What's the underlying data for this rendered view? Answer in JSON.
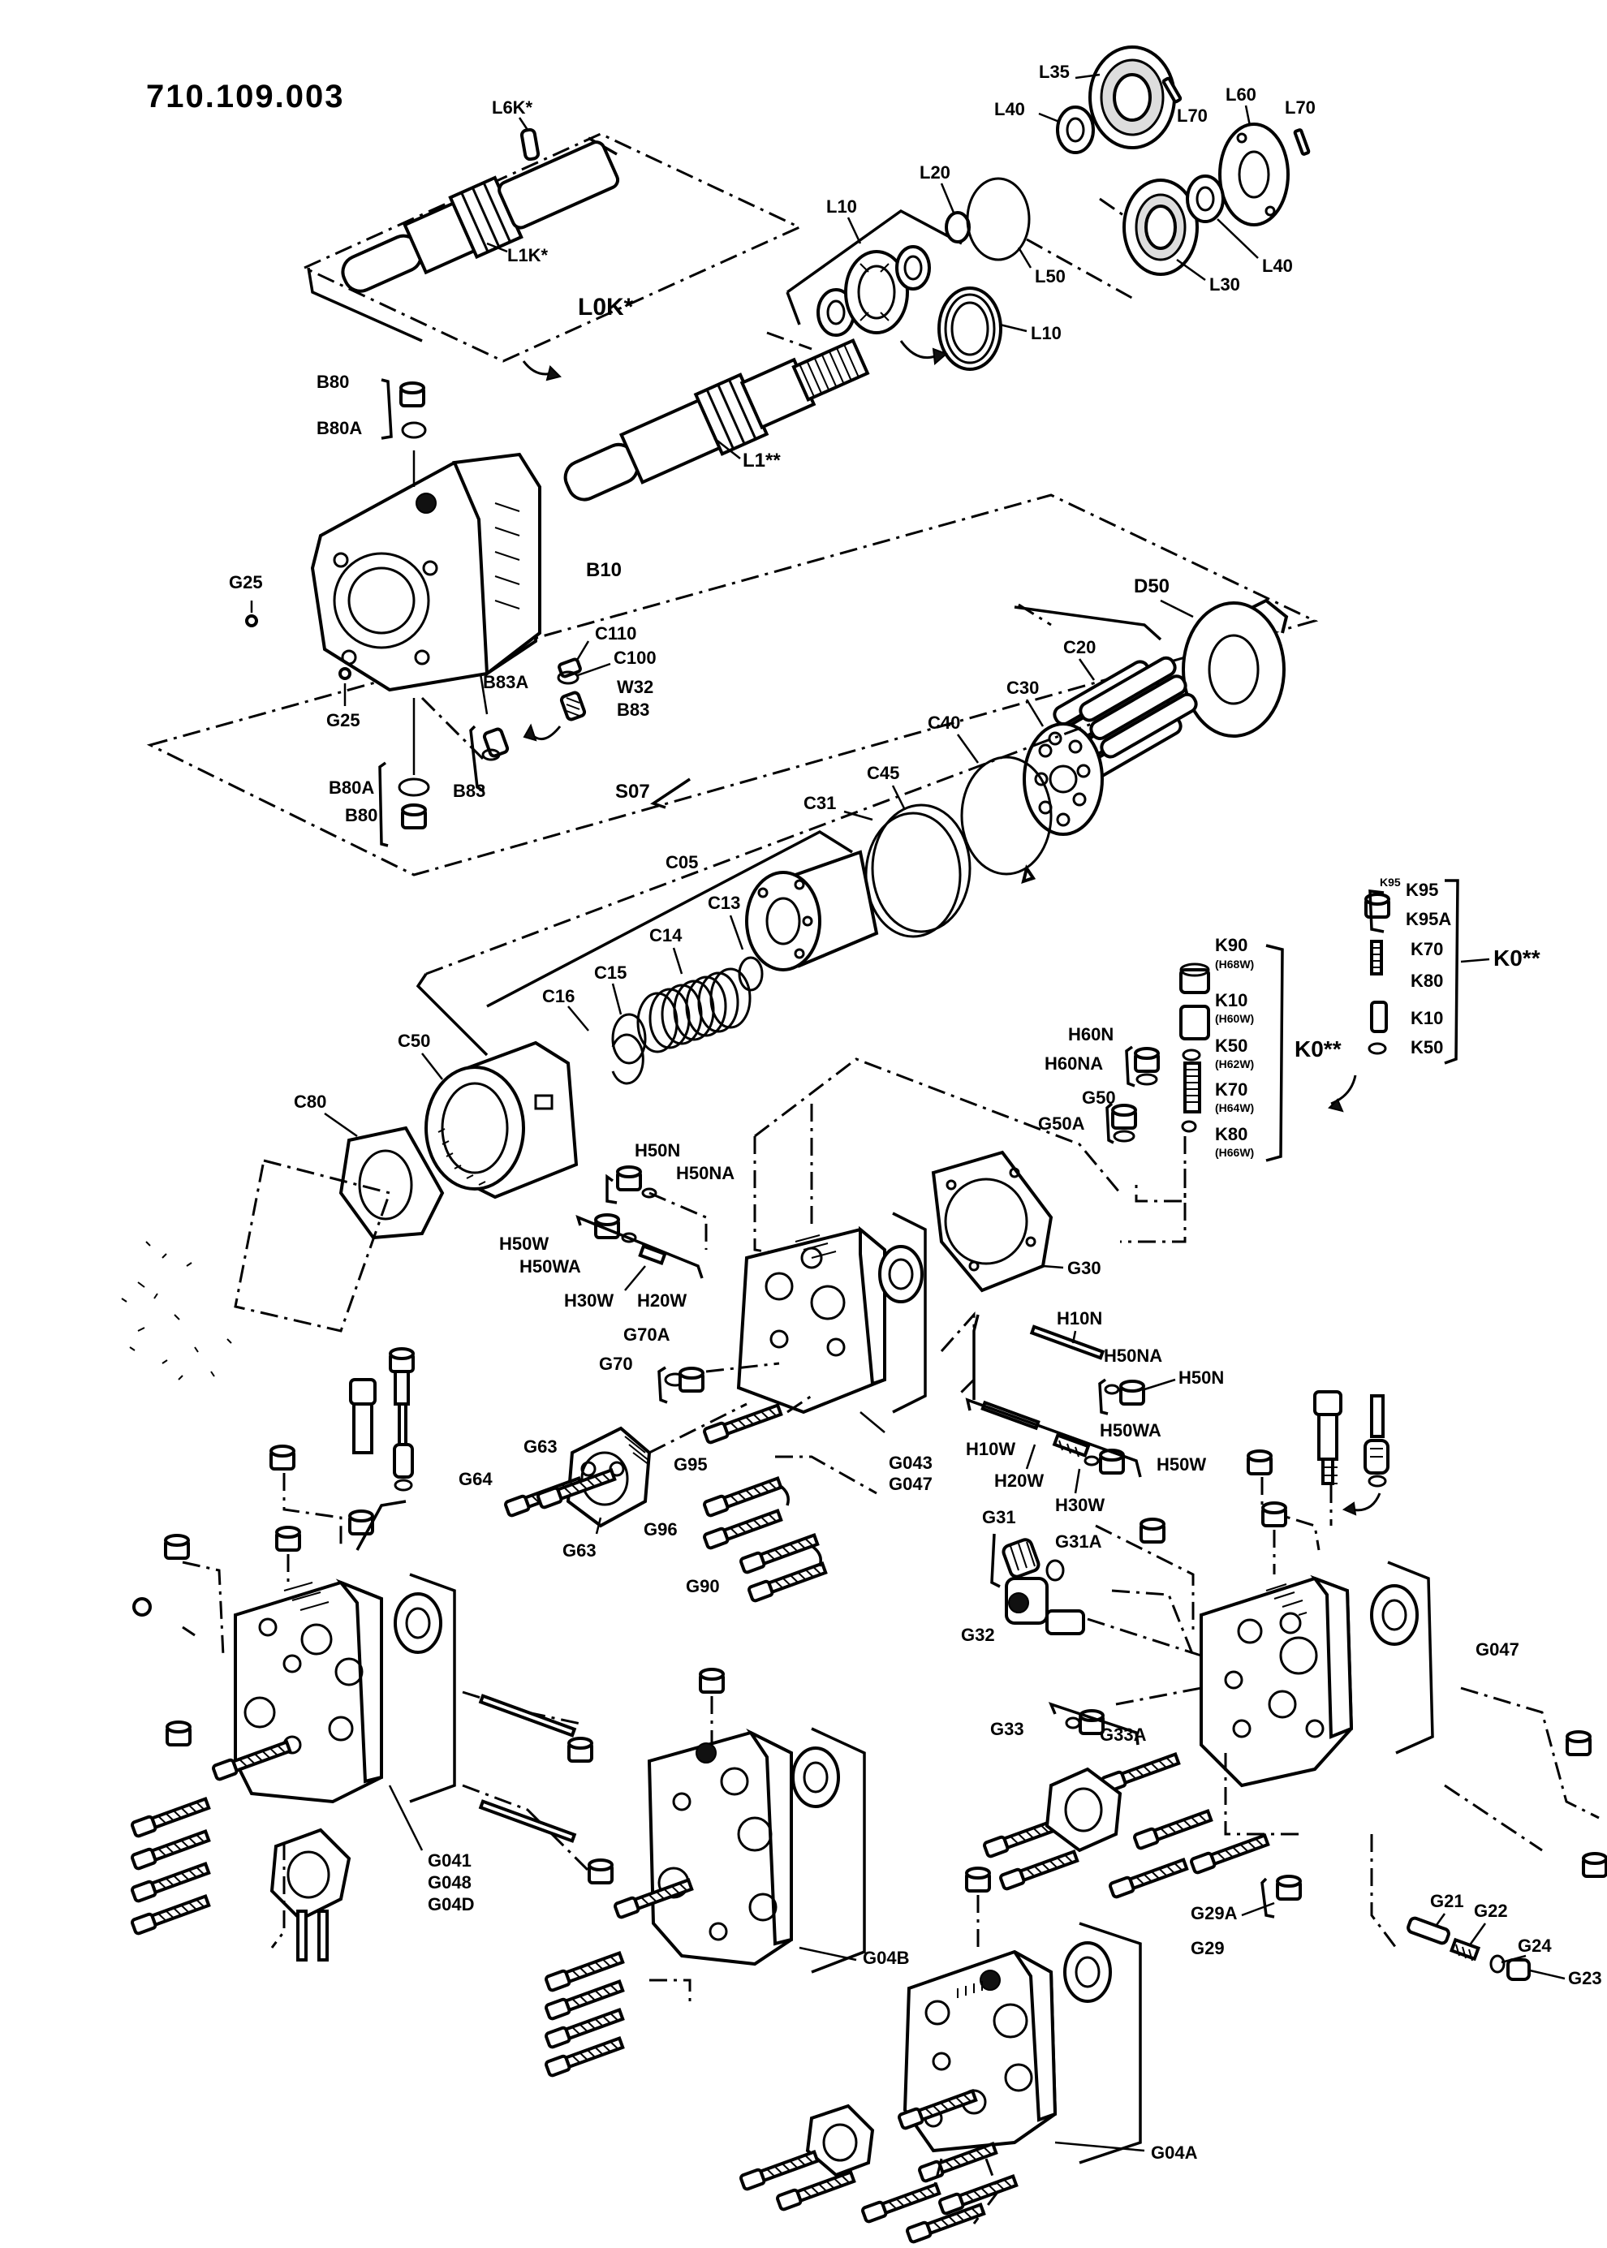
{
  "drawing": {
    "title": "710.109.003"
  },
  "labels": {
    "L6K": "L6K*",
    "L1K": "L1K*",
    "L0K": "L0K*",
    "L1": "L1**",
    "L35": "L35",
    "L40a": "L40",
    "L70a": "L70",
    "L60": "L60",
    "L70b": "L70",
    "L20": "L20",
    "L10a": "L10",
    "L50": "L50",
    "L30": "L30",
    "L40b": "L40",
    "L10b": "L10",
    "B80a": "B80",
    "B80Aa": "B80A",
    "B10": "B10",
    "G25a": "G25",
    "G25b": "G25",
    "C110": "C110",
    "C100": "C100",
    "B83Aa": "B83A",
    "W32": "W32",
    "B83a": "B83",
    "B83b": "B83",
    "B80Ab": "B80A",
    "B80b": "B80",
    "D50": "D50",
    "C20": "C20",
    "C30": "C30",
    "C40": "C40",
    "C45": "C45",
    "C31": "C31",
    "S07": "S07",
    "C05": "C05",
    "C13": "C13",
    "C14": "C14",
    "C15": "C15",
    "C16": "C16",
    "C50": "C50",
    "C80": "C80",
    "K95": "K95",
    "K95A": "K95A",
    "K70a": "K70",
    "K80a": "K80",
    "K10a": "K10",
    "K50a": "K50",
    "K0a": "K0**",
    "K90": "K90",
    "K90s": "(H68W)",
    "K10b": "K10",
    "K10s": "(H60W)",
    "K50b": "K50",
    "K50s": "(H62W)",
    "K70b": "K70",
    "K70s": "(H64W)",
    "K80b": "K80",
    "K80s": "(H66W)",
    "K0b": "K0**",
    "H60N": "H60N",
    "H60NA": "H60NA",
    "G50": "G50",
    "G50A": "G50A",
    "H50Na": "H50N",
    "H50NAa": "H50NA",
    "H50W_a": "H50W",
    "H50WA_a": "H50WA",
    "H30W_a": "H30W",
    "H20W_a": "H20W",
    "G30": "G30",
    "G70A": "G70A",
    "G70": "G70",
    "H10N": "H10N",
    "H50NAb": "H50NA",
    "H50Nb": "H50N",
    "H10W": "H10W",
    "H50WA_b": "H50WA",
    "H50W_b": "H50W",
    "H20W_b": "H20W",
    "H30W_b": "H30W",
    "G63a": "G63",
    "G63b": "G63",
    "G64": "G64",
    "G95": "G95",
    "G96": "G96",
    "G90": "G90",
    "G043": "G043",
    "G047a": "G047",
    "G31": "G31",
    "G31A": "G31A",
    "G32": "G32",
    "G33": "G33",
    "G33A": "G33A",
    "G047b": "G047",
    "G041": "G041",
    "G048": "G048",
    "G04D": "G04D",
    "G04B": "G04B",
    "G04A": "G04A",
    "G29A": "G29A",
    "G29": "G29",
    "G21": "G21",
    "G22": "G22",
    "G24": "G24",
    "G23": "G23"
  }
}
